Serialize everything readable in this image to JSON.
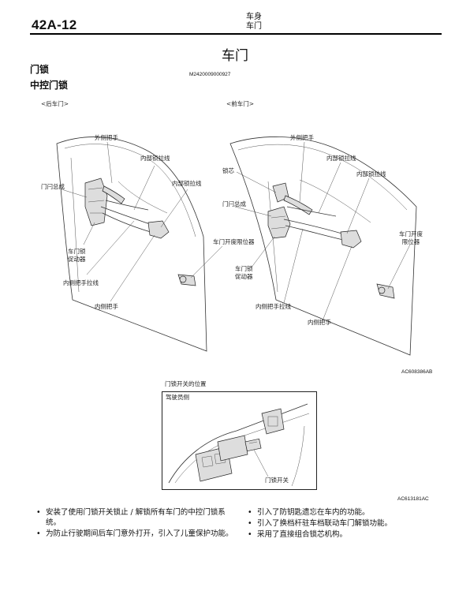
{
  "header": {
    "page_number": "42A-12",
    "section": "车身",
    "subsection": "车门"
  },
  "title": "车门",
  "headings": {
    "door_lock": "门锁",
    "central_lock": "中控门锁"
  },
  "doc_code": "M2420009000927",
  "figure": {
    "rear_door_caption": "<后车门>",
    "front_door_caption": "<前车门>",
    "rear_labels": {
      "outside_handle": "外侧把手",
      "inner_lock_cable": "内部锁拉线",
      "inner_lock_cable_2": "内部锁拉线",
      "latch_assembly": "门闩总成",
      "actuator": "车门锁\n促动器",
      "inside_handle_cable": "内侧把手拉线",
      "inside_handle": "内侧把手",
      "door_check": "车门开度限位器"
    },
    "front_labels": {
      "outside_handle": "外侧把手",
      "inner_lock_cable": "内部锁拉线",
      "key_cylinder": "锁芯",
      "inner_lock_cable_2": "内部锁拉线",
      "latch_assembly": "门闩总成",
      "door_check": "车门开度\n限位器",
      "actuator": "车门锁\n促动器",
      "inside_handle_cable": "内侧把手拉线",
      "inside_handle": "内侧把手"
    },
    "ref_code": "AC608386AB"
  },
  "inset": {
    "caption": "门锁开关的位置",
    "side_label": "驾驶员侧",
    "switch_label": "门锁开关",
    "ref_code": "AC613181AC"
  },
  "bullets_left": [
    "安装了使用门锁开关锁止 / 解锁所有车门的中控门锁系统。",
    "为防止行驶期间后车门意外打开，引入了儿童保护功能。"
  ],
  "bullets_right": [
    "引入了防钥匙遗忘在车内的功能。",
    "引入了换档杆驻车档联动车门解锁功能。",
    "采用了直接组合锁芯机构。"
  ]
}
